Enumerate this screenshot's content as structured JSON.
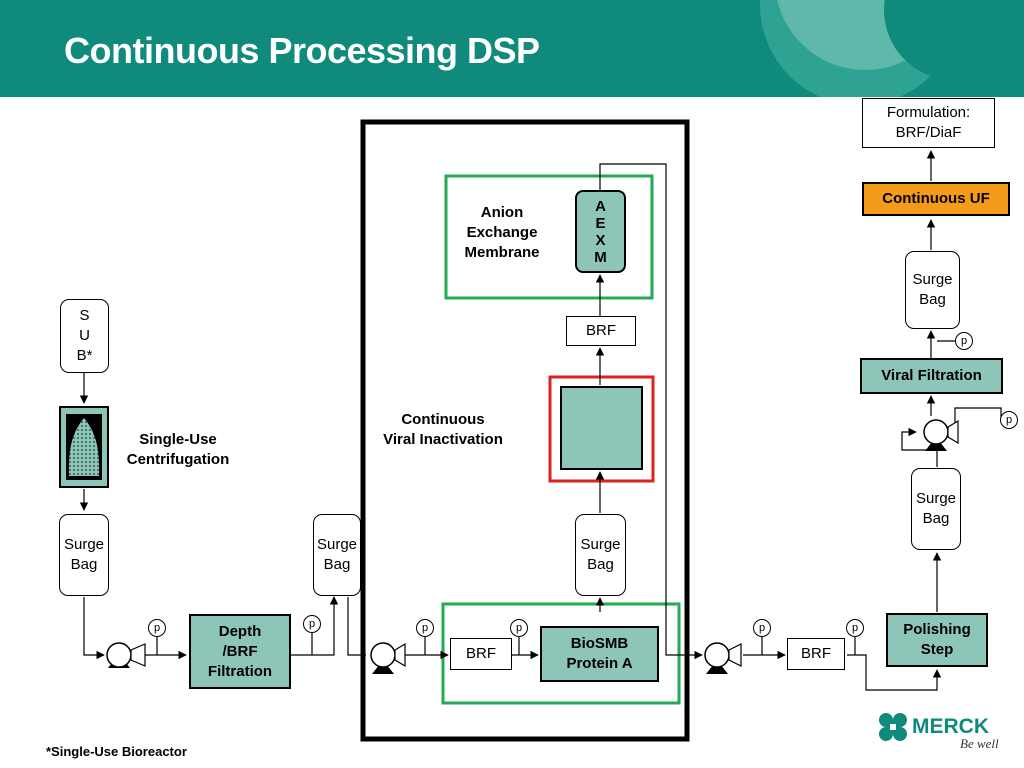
{
  "title": "Continuous Processing DSP",
  "footnote": "*Single-Use Bioreactor",
  "logo": {
    "name": "MERCK",
    "tagline": "Be well"
  },
  "colors": {
    "header": "#0f8a7b",
    "teal_fill": "#8dc6b8",
    "green_frame": "#22aa55",
    "red_frame": "#dd2222",
    "orange": "#f59b1c"
  },
  "left": {
    "sub": "S\nU\nB*",
    "centrifugation_label": "Single-Use\nCentrifugation",
    "surge1": "Surge\nBag",
    "depth": "Depth\n/BRF\nFiltration",
    "surge2": "Surge\nBag"
  },
  "middle": {
    "aexm": "A\nE\nX\nM",
    "anion_label": "Anion\nExchange\nMembrane",
    "brf_top": "BRF",
    "cvi_label": "Continuous\nViral Inactivation",
    "surge": "Surge\nBag",
    "brf_bottom": "BRF",
    "biosmb": "BioSMB\nProtein A"
  },
  "right": {
    "formulation": "Formulation:\nBRF/DiaF",
    "continuous_uf": "Continuous UF",
    "surge_top": "Surge\nBag",
    "viral_filtration": "Viral Filtration",
    "surge_mid": "Surge\nBag",
    "brf": "BRF",
    "polishing": "Polishing\nStep"
  },
  "pressure": [
    "p",
    "p",
    "p",
    "p",
    "p",
    "p",
    "p",
    "p"
  ]
}
